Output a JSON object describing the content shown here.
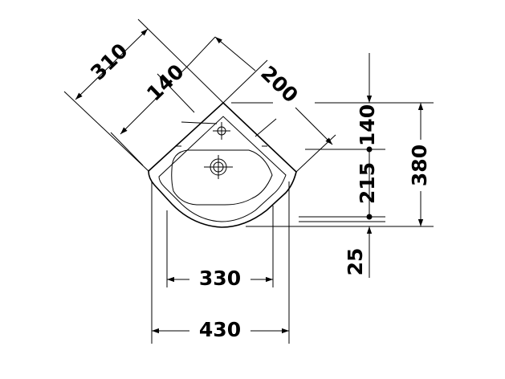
{
  "dimensions": {
    "d310": "310",
    "d140_diag": "140",
    "d200": "200",
    "d140_right": "140",
    "d215": "215",
    "d380": "380",
    "d25": "25",
    "d330": "330",
    "d430": "430"
  }
}
